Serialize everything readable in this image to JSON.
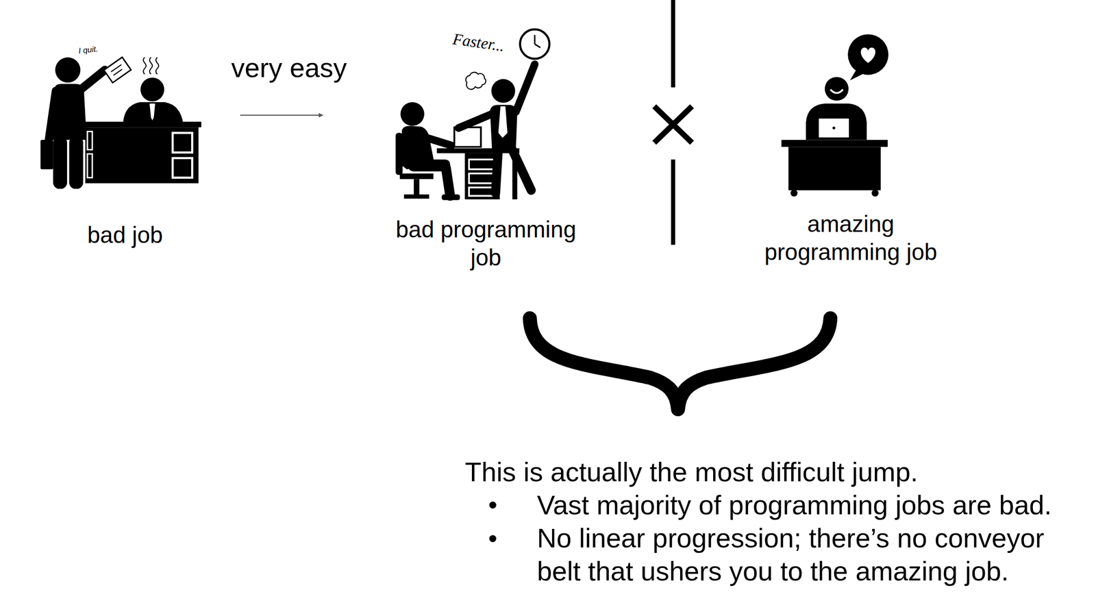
{
  "diagram": {
    "nodes": [
      {
        "text": [
          "bad job"
        ]
      },
      {
        "text": [
          "bad programming job"
        ]
      },
      {
        "text": [
          "amazing programming job"
        ]
      }
    ],
    "edges": [
      {
        "from": 0,
        "to": 1,
        "arrow": "to",
        "label": "very easy"
      }
    ],
    "labels": [
      "I quit.",
      "Faster...",
      "This is actually the most difficult jump.",
      "Vast majority of programming jobs are bad.",
      "No linear progression; there’s no conveyor belt that ushers you to the amazing job."
    ]
  }
}
